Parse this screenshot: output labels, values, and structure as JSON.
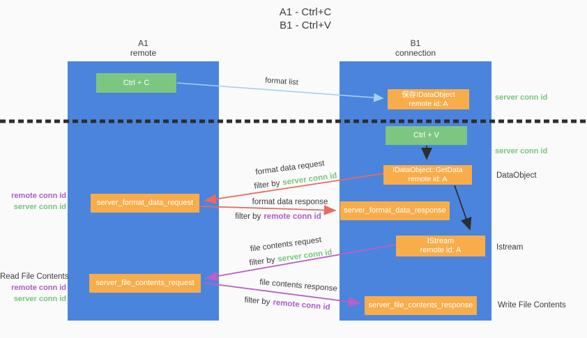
{
  "title": {
    "line1": "A1 - Ctrl+C",
    "line2": "B1 - Ctrl+V"
  },
  "lanes": {
    "a": {
      "name": "A1",
      "subtitle": "remote"
    },
    "b": {
      "name": "B1",
      "subtitle": "connection"
    }
  },
  "nodes": {
    "ctrl_c": {
      "label": "Ctrl + C"
    },
    "ctrl_v": {
      "label": "Ctrl + V"
    },
    "save_dataobject": {
      "line1": "保存IDataObject",
      "line2": "remote id: A"
    },
    "getdata": {
      "line1": "IDataObject::GetData",
      "line2": "remote id: A"
    },
    "istream": {
      "line1": "IStream",
      "line2": "remote id: A"
    },
    "format_request": {
      "label": "server_format_data_request"
    },
    "format_response": {
      "label": "server_format_data_response"
    },
    "file_request": {
      "label": "server_file_contents_request"
    },
    "file_response": {
      "label": "server_file_contents_response"
    }
  },
  "arrows": {
    "format_list": {
      "label": "format list"
    },
    "format_request": {
      "label": "format data request",
      "filter_prefix": "filter by",
      "filter_key": "server conn id"
    },
    "format_response": {
      "label": "format data response",
      "filter_prefix": "filter by",
      "filter_key": "remote conn id"
    },
    "file_request": {
      "label": "file contents request",
      "filter_prefix": "filter by",
      "filter_key": "server conn id"
    },
    "file_response": {
      "label": "file contents response",
      "filter_prefix": "filter by",
      "filter_key": "remote conn id"
    }
  },
  "annotations": {
    "right": {
      "server_conn_top": "server conn id",
      "server_conn_mid": "server conn id",
      "dataobject": "DataObject",
      "istream": "Istream",
      "write_file": "Write File Contents"
    },
    "left": {
      "remote_conn_mid": "remote conn id",
      "server_conn_mid": "server conn id",
      "read_file": "Read File Contents",
      "remote_conn_low": "remote conn id",
      "server_conn_low": "server conn id"
    }
  },
  "colors": {
    "lane": "#4b84dc",
    "green_node": "#7dc682",
    "orange_node": "#f8ad4a",
    "server_conn": "#77c57c",
    "remote_conn": "#ad5cc7",
    "arrow_red": "#e96a5f",
    "arrow_magenta": "#bd5fc6",
    "arrow_blue": "#a5d0ee",
    "arrow_black": "#2d2d2d",
    "text_dark": "#3b3b3b",
    "background": "#fafafa"
  }
}
